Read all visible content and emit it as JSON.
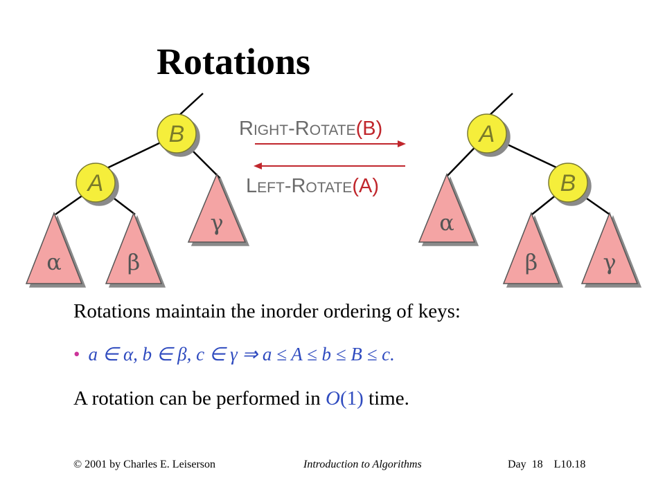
{
  "title": "Rotations",
  "diagram": {
    "right_rotate_label": "RIGHT-ROTATE(B)",
    "left_rotate_label": "LEFT-ROTATE(A)",
    "left_tree": {
      "root": "B",
      "child": "A",
      "subtrees": [
        "α",
        "β",
        "γ"
      ]
    },
    "right_tree": {
      "root": "A",
      "child": "B",
      "subtrees": [
        "α",
        "β",
        "γ"
      ]
    },
    "colors": {
      "node_fill": "#f5ee3a",
      "node_stroke": "#7a7a30",
      "triangle_fill": "#f4a4a4",
      "triangle_stroke": "#555555",
      "arrow": "#c0262c",
      "label_red": "#c0262c",
      "label_gray": "#6b6b6b"
    }
  },
  "body": {
    "line1": "Rotations maintain the inorder ordering of keys:",
    "line2_bullet": "•",
    "line2": "a ∈ α, b ∈ β, c ∈ γ ⇒ a ≤ A ≤ b ≤ B ≤ c.",
    "line3_prefix": "A rotation can be performed in ",
    "line3_o": "O",
    "line3_arg": "(1)",
    "line3_suffix": " time."
  },
  "footer": {
    "left": "© 2001 by Charles E. Leiserson",
    "middle": "Introduction to Algorithms",
    "right": "Day  18    L10.18"
  }
}
